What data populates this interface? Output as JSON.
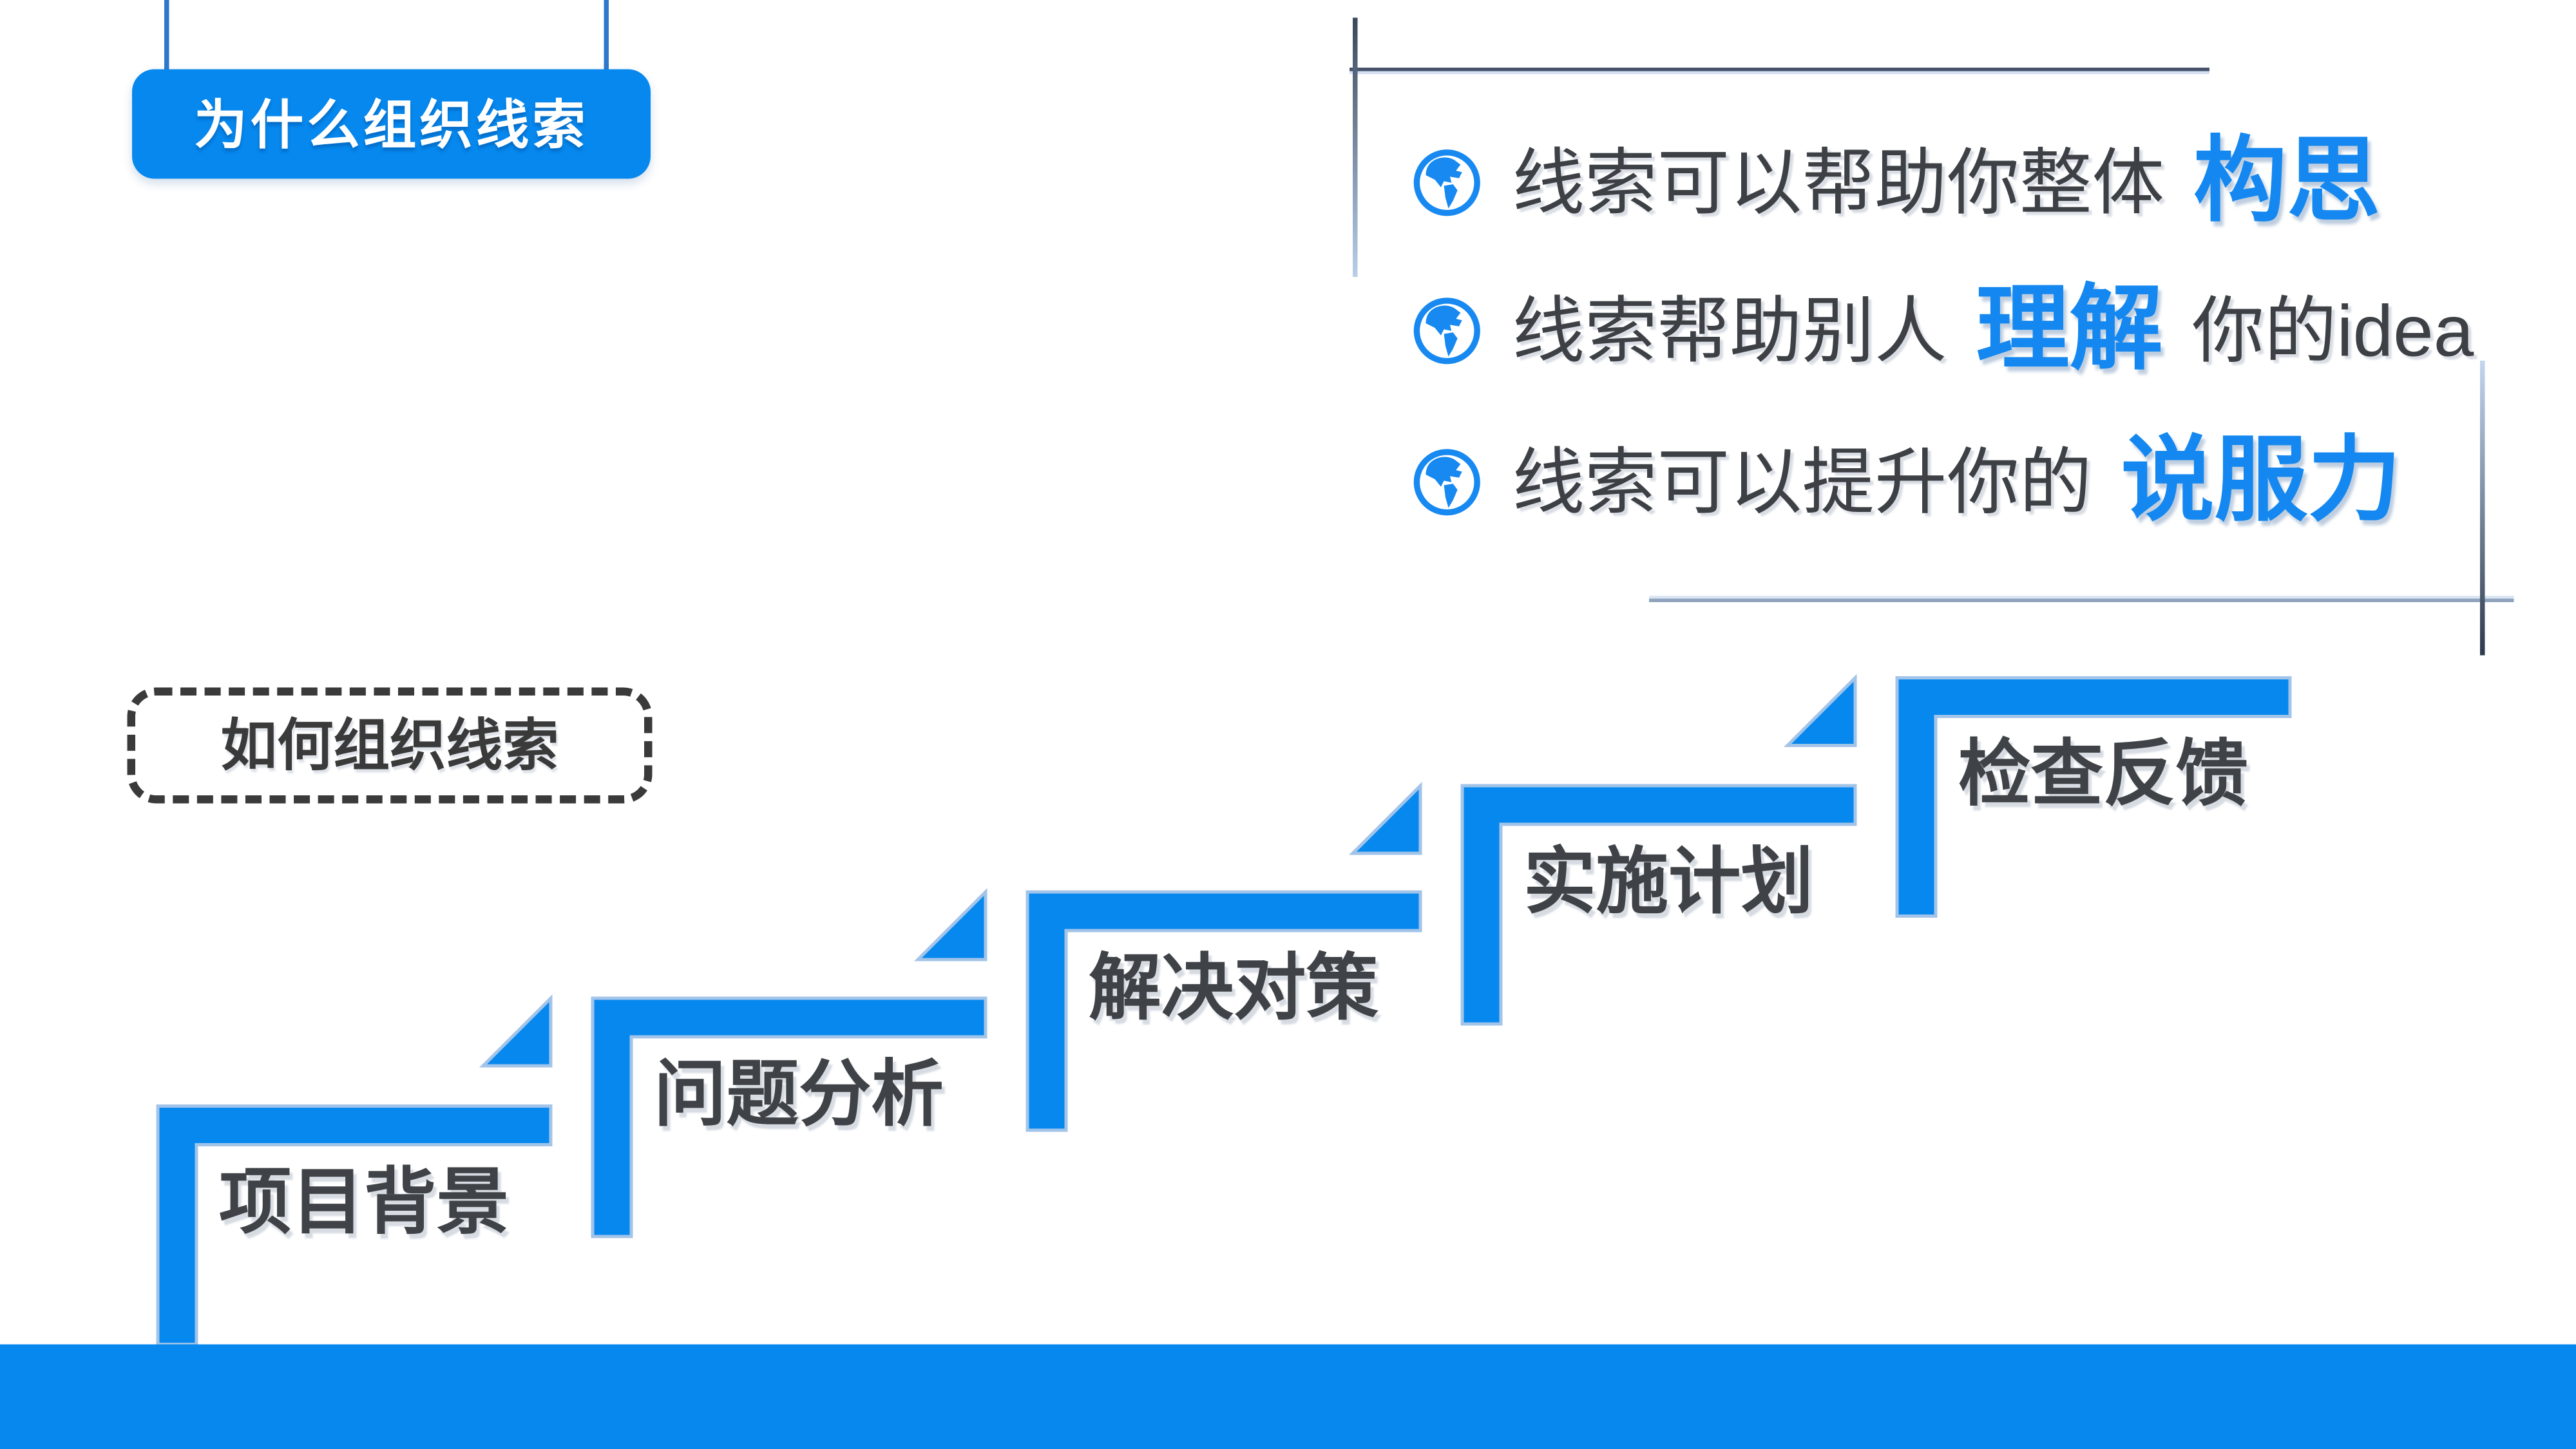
{
  "colors": {
    "primary": "#0688ee",
    "accent": "#1488f0",
    "dark-text": "#3d4145",
    "line-dark": "#46536a",
    "line-light": "#ccdcf0"
  },
  "badge": {
    "label": "为什么组织线索"
  },
  "bullets": [
    {
      "pre": "线索可以帮助你整体",
      "accent": "构思",
      "post": ""
    },
    {
      "pre": "线索帮助别人",
      "accent": "理解",
      "post": "你的idea"
    },
    {
      "pre": "线索可以提升你的",
      "accent": "说服力",
      "post": ""
    }
  ],
  "how_box": {
    "label": "如何组织线索"
  },
  "steps": [
    {
      "label": "项目背景"
    },
    {
      "label": "问题分析"
    },
    {
      "label": "解决对策"
    },
    {
      "label": "实施计划"
    },
    {
      "label": "检查反馈"
    }
  ]
}
